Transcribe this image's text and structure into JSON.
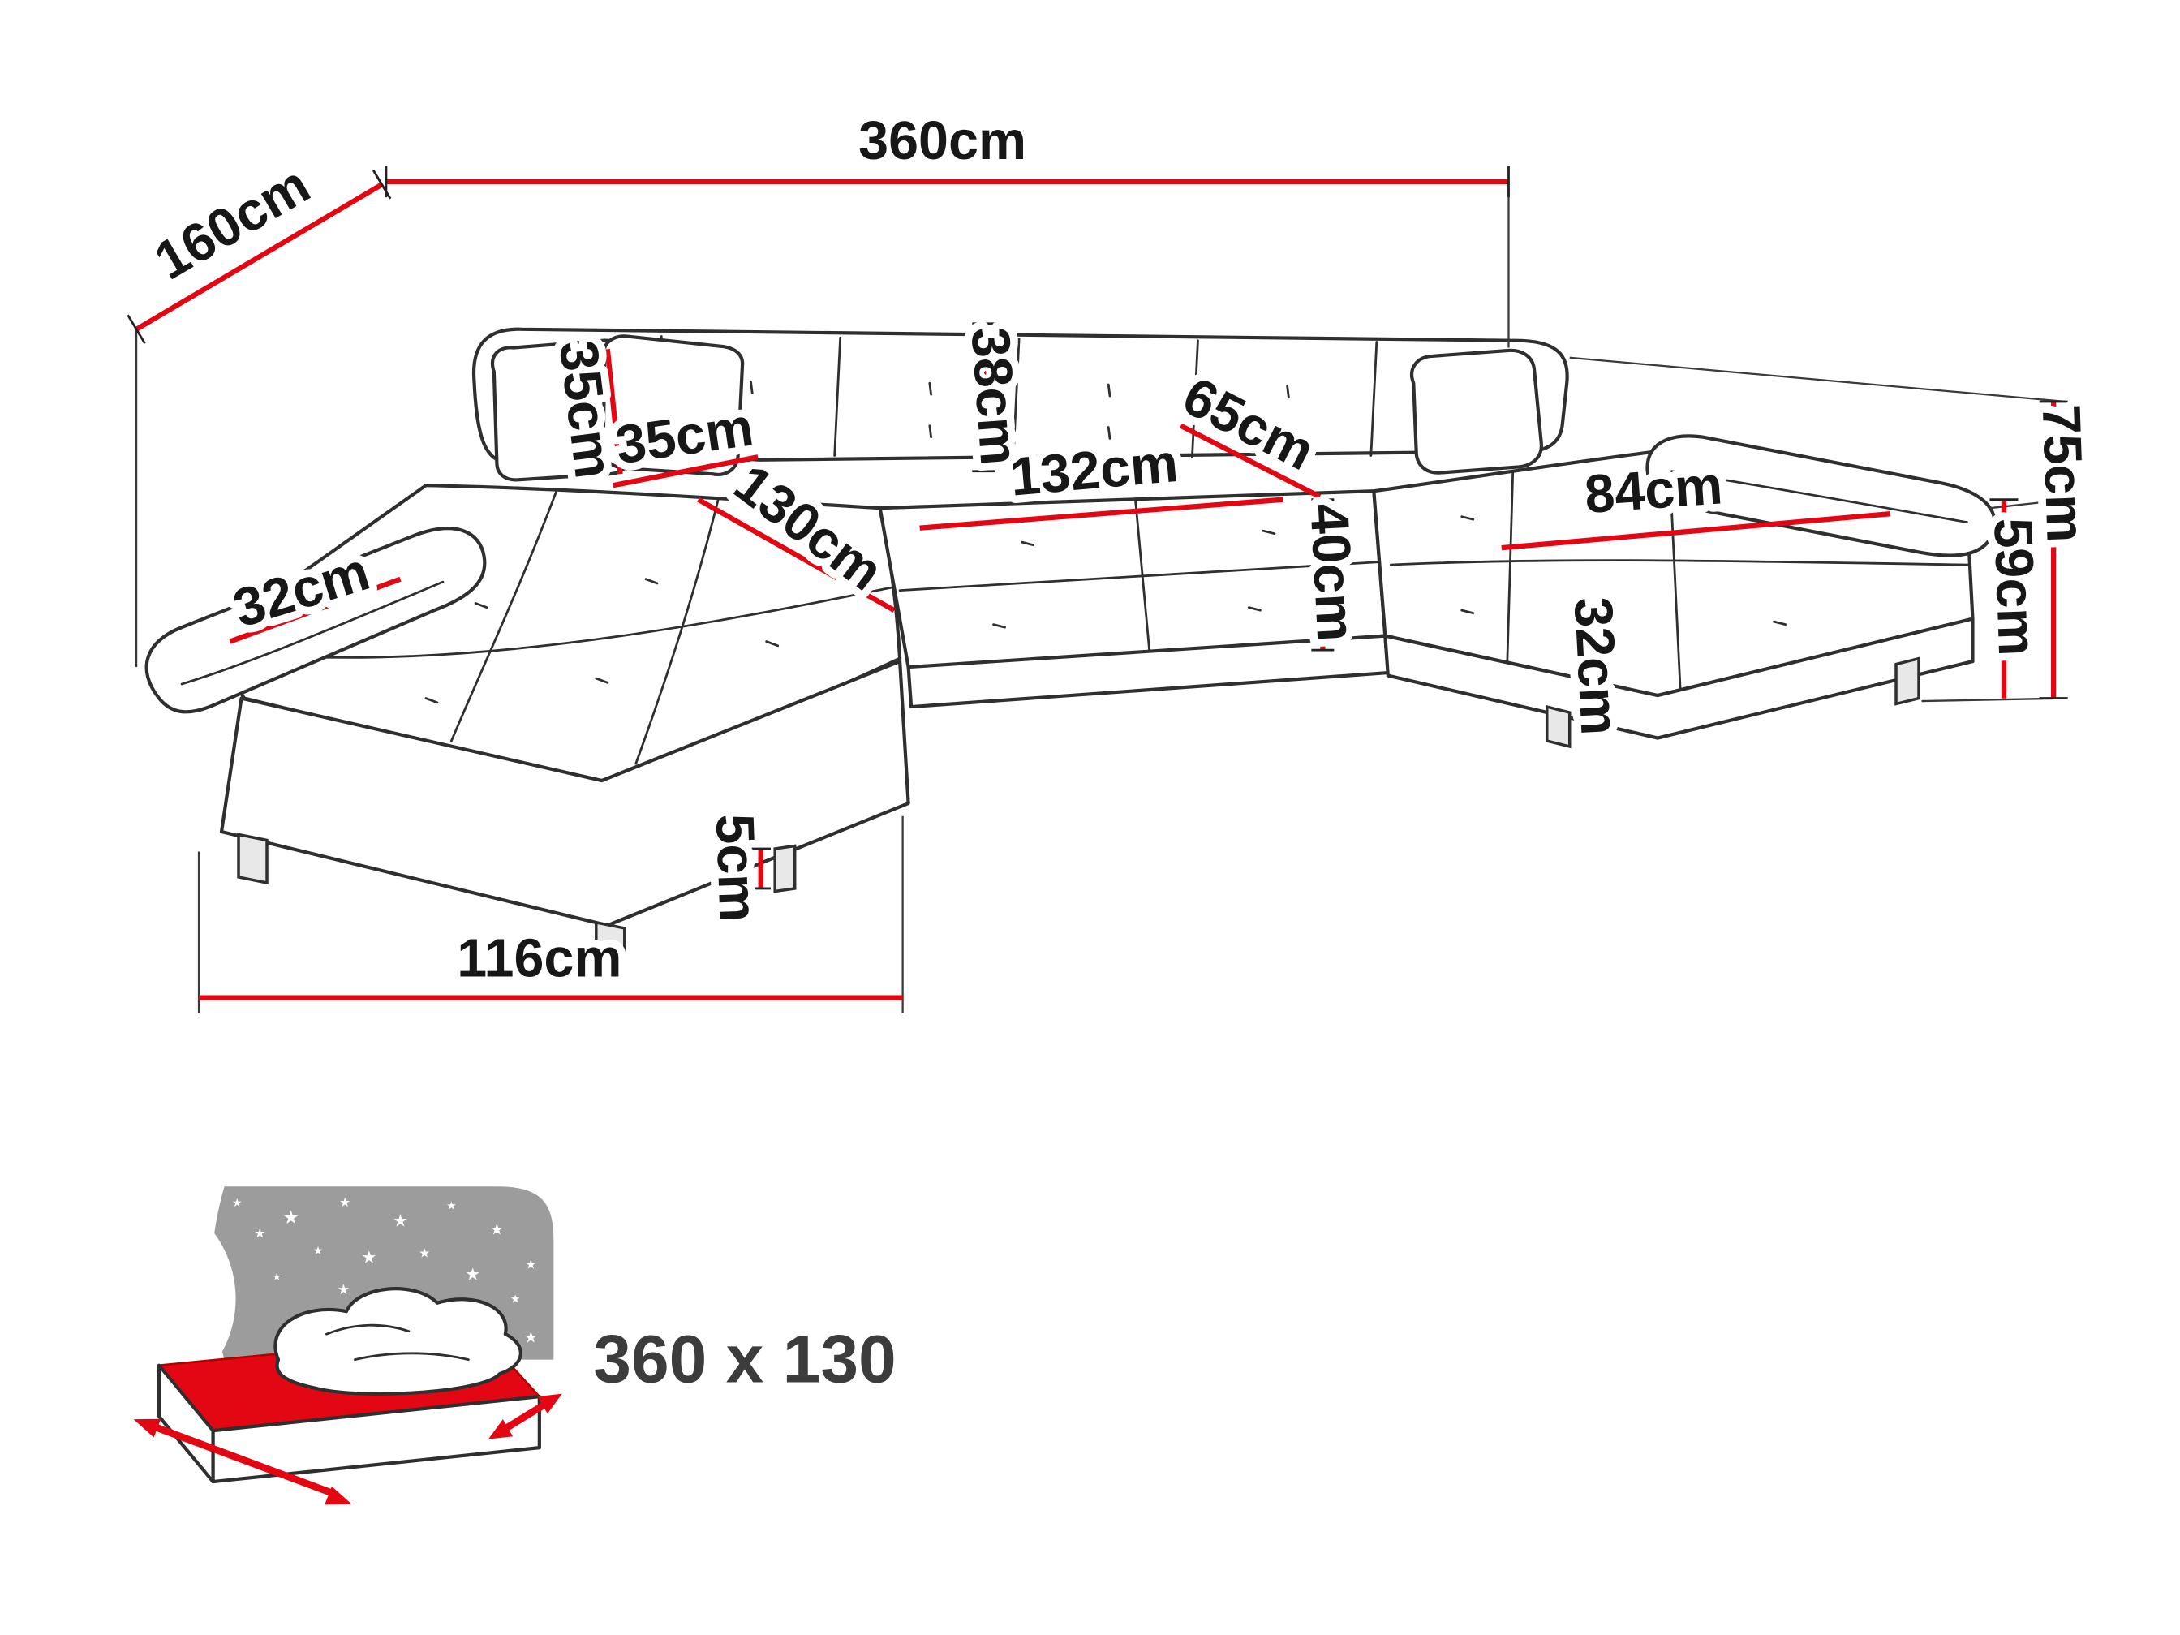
{
  "diagram": {
    "type": "corner-sofa-dimension-diagram",
    "colors": {
      "dimension_line": "#e30613",
      "outline": "#2f2f2f",
      "icon_gray": "#9c9c9c",
      "mattress_red": "#e30613"
    },
    "labels": {
      "total_width": "360cm",
      "total_depth": "160cm",
      "pillow_side": "35cm",
      "pillow_bottom": "35cm",
      "backrest_cushion_height": "38cm",
      "seat_depth": "65cm",
      "center_seat_width": "132cm",
      "right_seat_length": "84cm",
      "total_height": "75cm",
      "armrest_height": "59cm",
      "seat_height": "40cm",
      "left_armrest_width": "32cm",
      "left_chaise_depth": "130cm",
      "right_armrest_width": "32cm",
      "leg_height": "5cm",
      "left_section_depth": "116cm"
    },
    "sleeping_area": {
      "label": "360 x 130"
    }
  }
}
